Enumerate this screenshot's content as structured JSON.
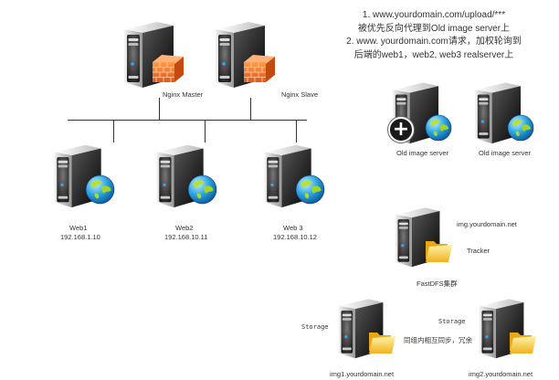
{
  "note": {
    "lines": [
      "1. www.yourdomain.com/upload/***",
      "被优先反向代理到Old  image server上",
      "2. www. yourdomain.com请求，加权轮询到",
      "后端的web1，web2, web3  realserver上"
    ]
  },
  "proxies": [
    {
      "label": "Nginx Master",
      "icon": "firewall-icon"
    },
    {
      "label": "Nginx  Slave",
      "icon": "firewall-icon"
    }
  ],
  "web_servers": [
    {
      "name": "Web1",
      "ip": "192.168.1.10",
      "icon": "globe-icon"
    },
    {
      "name": "Web2",
      "ip": "192.168.10.11",
      "icon": "globe-icon"
    },
    {
      "name": "Web 3",
      "ip": "192.168.10.12",
      "icon": "globe-icon"
    }
  ],
  "old_image_servers": [
    {
      "label": "Old image server",
      "icon": "globe-icon",
      "badge": "plus-icon"
    },
    {
      "label": "Old image server",
      "icon": "globe-icon"
    }
  ],
  "tracker": {
    "domain": "img.yourdomain.net",
    "role": "Tracker",
    "cluster_label": "FastDFS集群",
    "icon": "folder-icon"
  },
  "storage": [
    {
      "role": "Storage",
      "domain": "img1.yourdomain.net",
      "icon": "folder-icon"
    },
    {
      "role": "Storage",
      "domain": "img2.yourdomain.net",
      "icon": "folder-icon"
    }
  ],
  "sync_note": "同组内相互同步，冗余"
}
